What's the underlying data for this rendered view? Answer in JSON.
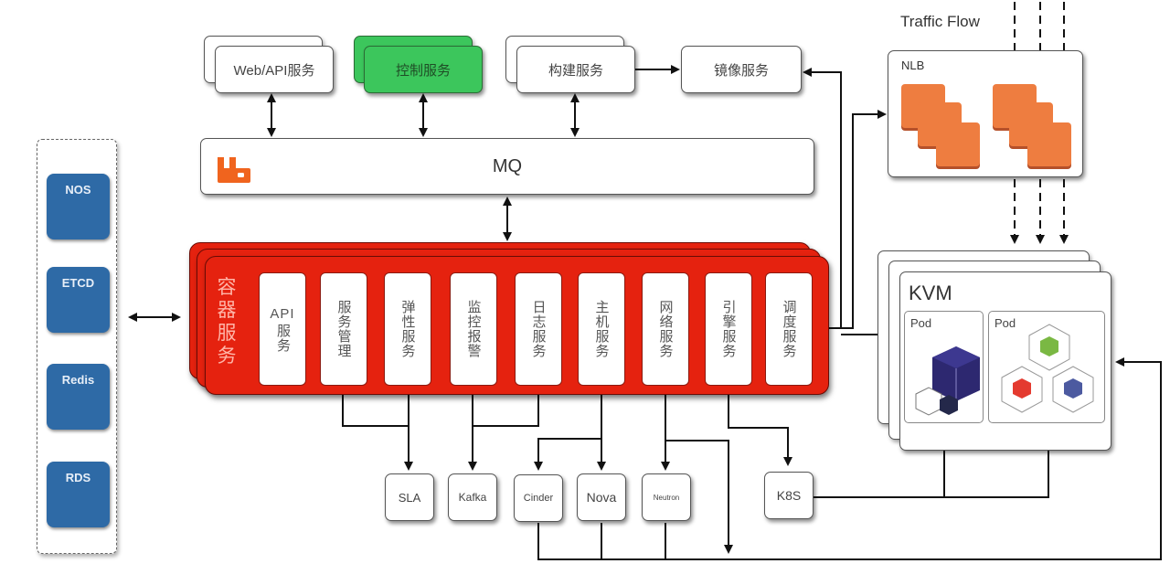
{
  "diagram": {
    "top_services": [
      {
        "id": "web-api",
        "label": "Web/API服务",
        "style": "white"
      },
      {
        "id": "control",
        "label": "控制服务",
        "style": "green"
      },
      {
        "id": "build",
        "label": "构建服务",
        "style": "white"
      },
      {
        "id": "image",
        "label": "镜像服务",
        "style": "white"
      }
    ],
    "mq": {
      "label": "MQ",
      "icon": "rabbitmq-icon"
    },
    "container_service": {
      "title": "容器服务",
      "modules": [
        {
          "id": "api",
          "line1": "API",
          "line2": "服务"
        },
        {
          "id": "service-mgmt",
          "label": "服务管理"
        },
        {
          "id": "elastic",
          "label": "弹性服务"
        },
        {
          "id": "monitor",
          "label": "监控报警"
        },
        {
          "id": "log",
          "label": "日志服务"
        },
        {
          "id": "host",
          "label": "主机服务"
        },
        {
          "id": "network",
          "label": "网络服务"
        },
        {
          "id": "engine",
          "label": "引擎服务"
        },
        {
          "id": "scheduler",
          "label": "调度服务"
        }
      ]
    },
    "storage": [
      {
        "label": "NOS"
      },
      {
        "label": "ETCD"
      },
      {
        "label": "Redis"
      },
      {
        "label": "RDS"
      }
    ],
    "backends": [
      {
        "id": "sla",
        "label": "SLA"
      },
      {
        "id": "kafka",
        "label": "Kafka"
      },
      {
        "id": "cinder",
        "label": "Cinder"
      },
      {
        "id": "nova",
        "label": "Nova"
      },
      {
        "id": "neutron",
        "label": "Neutron"
      },
      {
        "id": "k8s",
        "label": "K8S"
      }
    ],
    "traffic_flow": "Traffic Flow",
    "nlb": {
      "label": "NLB"
    },
    "kvm": {
      "label": "KVM",
      "pods": [
        {
          "label": "Pod"
        },
        {
          "label": "Pod"
        }
      ]
    },
    "colors": {
      "container_red": "#e5220f",
      "control_green": "#3cc65c",
      "storage_blue": "#2e6aa6",
      "nlb_orange": "#ee7d40",
      "mq_orange": "#f0641e",
      "pod_navy": "#2d2870",
      "cube_green": "#7ab843",
      "cube_red": "#e43a2f",
      "cube_blue": "#4c5aa0"
    }
  }
}
